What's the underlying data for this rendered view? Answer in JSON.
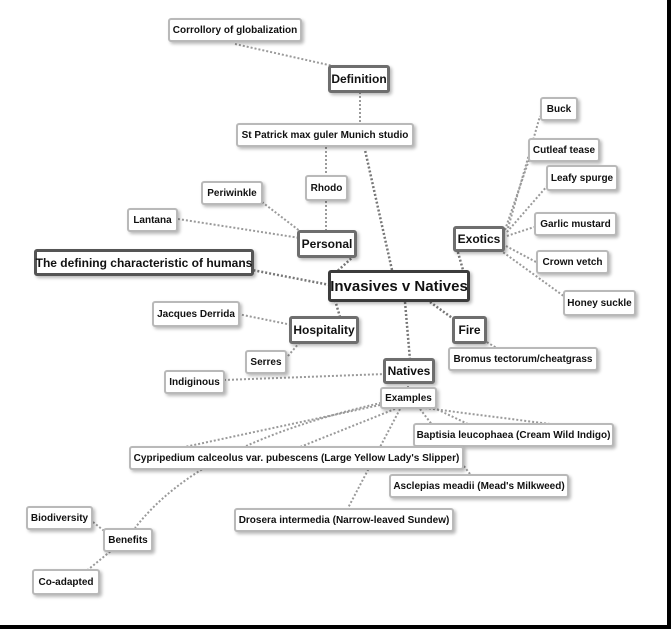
{
  "map": {
    "root": "Invasives v Natives",
    "corollary": "Corrollory of globalization",
    "definition": "Definition",
    "st_patrick": "St Patrick max guler Munich studio",
    "rhodo": "Rhodo",
    "periwinkle": "Periwinkle",
    "lantana": "Lantana",
    "personal": "Personal",
    "defining": "The defining characteristic of humans",
    "derrida": "Jacques Derrida",
    "hospitality": "Hospitality",
    "serres": "Serres",
    "indiginous": "Indiginous",
    "natives": "Natives",
    "examples": "Examples",
    "exotics": "Exotics",
    "buck": "Buck",
    "cutleaf": "Cutleaf tease",
    "leafy": "Leafy spurge",
    "garlic": "Garlic mustard",
    "crown": "Crown vetch",
    "honey": "Honey suckle",
    "fire": "Fire",
    "bromus": "Bromus tectorum/cheatgrass",
    "baptisia": "Baptisia leucophaea (Cream Wild Indigo)",
    "cypripedium": "Cypripedium calceolus var. pubescens (Large Yellow Lady's Slipper)",
    "asclepias": "Asclepias meadii (Mead's Milkweed)",
    "drosera": "Drosera intermedia (Narrow-leaved Sundew)",
    "biodiversity": "Biodiversity",
    "benefits": "Benefits",
    "coadapted": "Co-adapted"
  },
  "colors": {
    "link": "#9a9a9a",
    "strong_link": "#777777",
    "node_border": "#b9b9b9"
  }
}
